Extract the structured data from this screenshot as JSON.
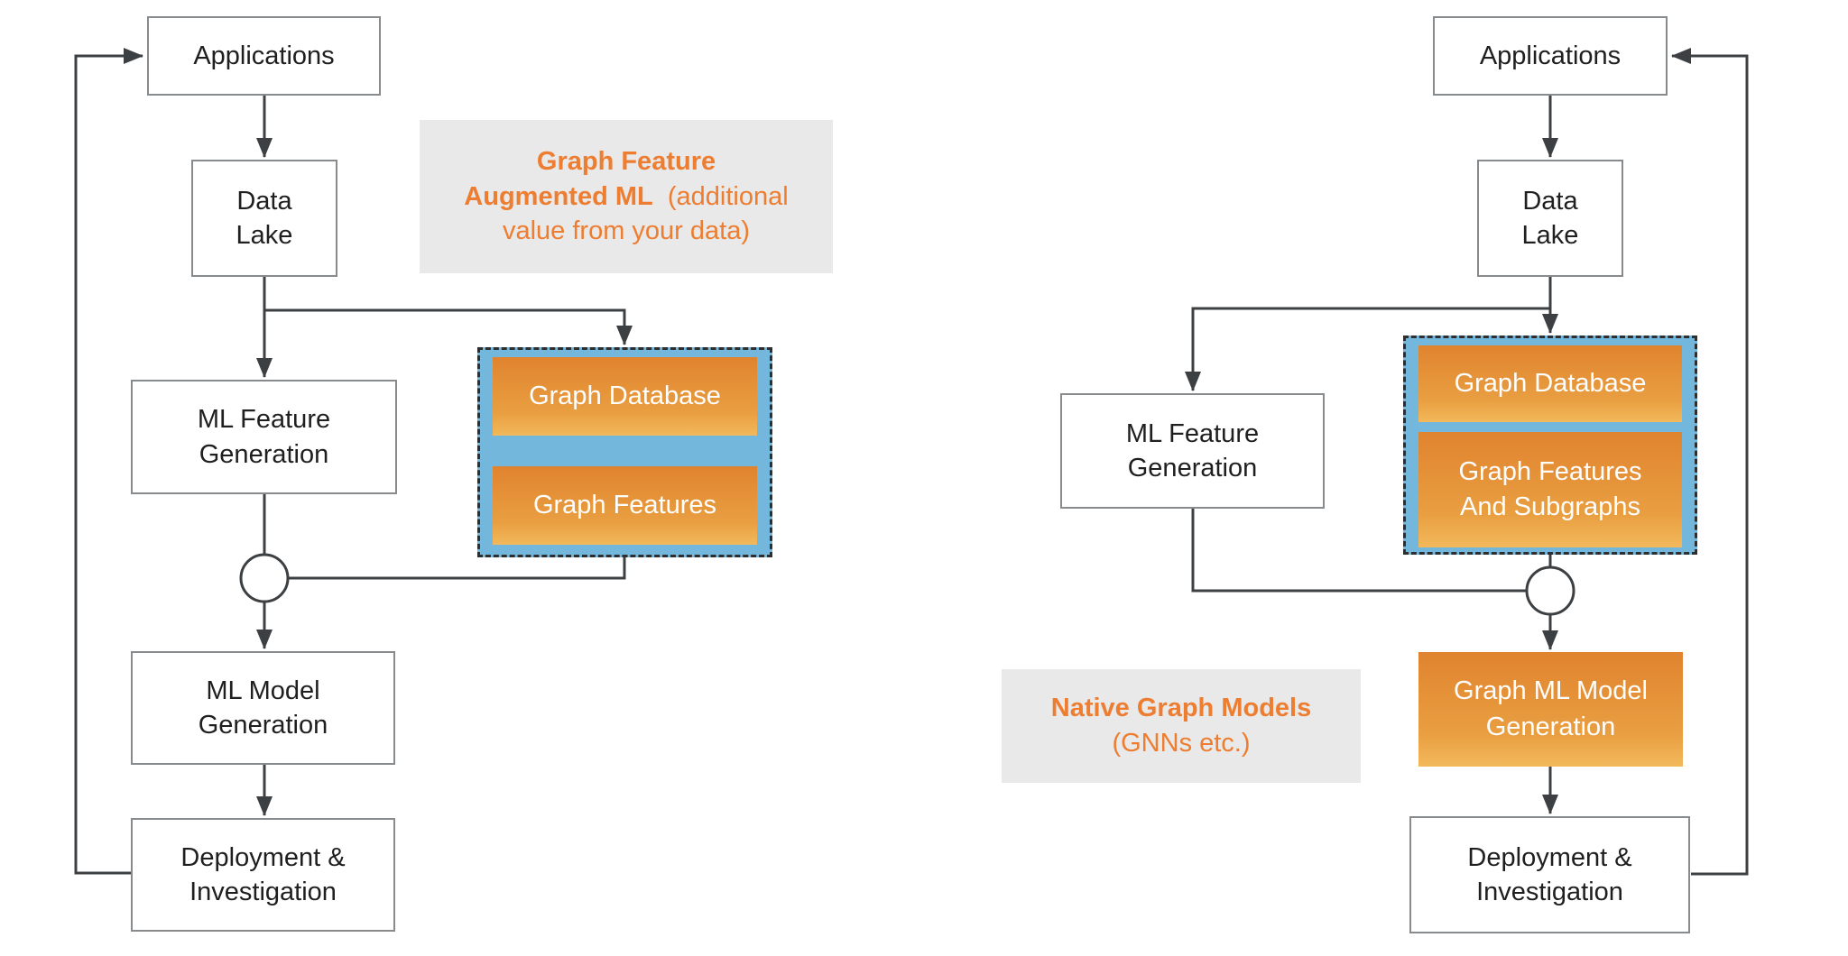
{
  "colors": {
    "orange_accent_text": "#ED7D31",
    "orange_gradient_top": "#E0832F",
    "orange_gradient_bottom": "#F2B95C",
    "blue_container_fill": "#74B7DD",
    "gray_label_background": "#E9E9E9",
    "connector_line": "#3C4043",
    "node_border": "#888B8E",
    "node_text": "#1F1F1F",
    "container_text": "#FFFFFF"
  },
  "left_pipeline": {
    "label": {
      "heading_line1": "Graph Feature",
      "heading_line2": "Augmented ML",
      "note": "(additional value from your data)"
    },
    "nodes": {
      "applications": "Applications",
      "data_lake": "Data\nLake",
      "ml_feature_generation": "ML Feature\nGeneration",
      "ml_model_generation": "ML Model\nGeneration",
      "deployment": "Deployment &\nInvestigation"
    },
    "graph_container": {
      "graph_database": "Graph Database",
      "graph_features": "Graph Features"
    }
  },
  "right_pipeline": {
    "label": {
      "heading_line1": "Native Graph Models",
      "note": "(GNNs etc.)"
    },
    "nodes": {
      "applications": "Applications",
      "data_lake": "Data\nLake",
      "ml_feature_generation": "ML Feature\nGeneration",
      "graph_ml_model_generation": "Graph ML Model\nGeneration",
      "deployment": "Deployment &\nInvestigation"
    },
    "graph_container": {
      "graph_database": "Graph Database",
      "graph_features_and_subgraphs": "Graph Features\nAnd Subgraphs"
    }
  }
}
